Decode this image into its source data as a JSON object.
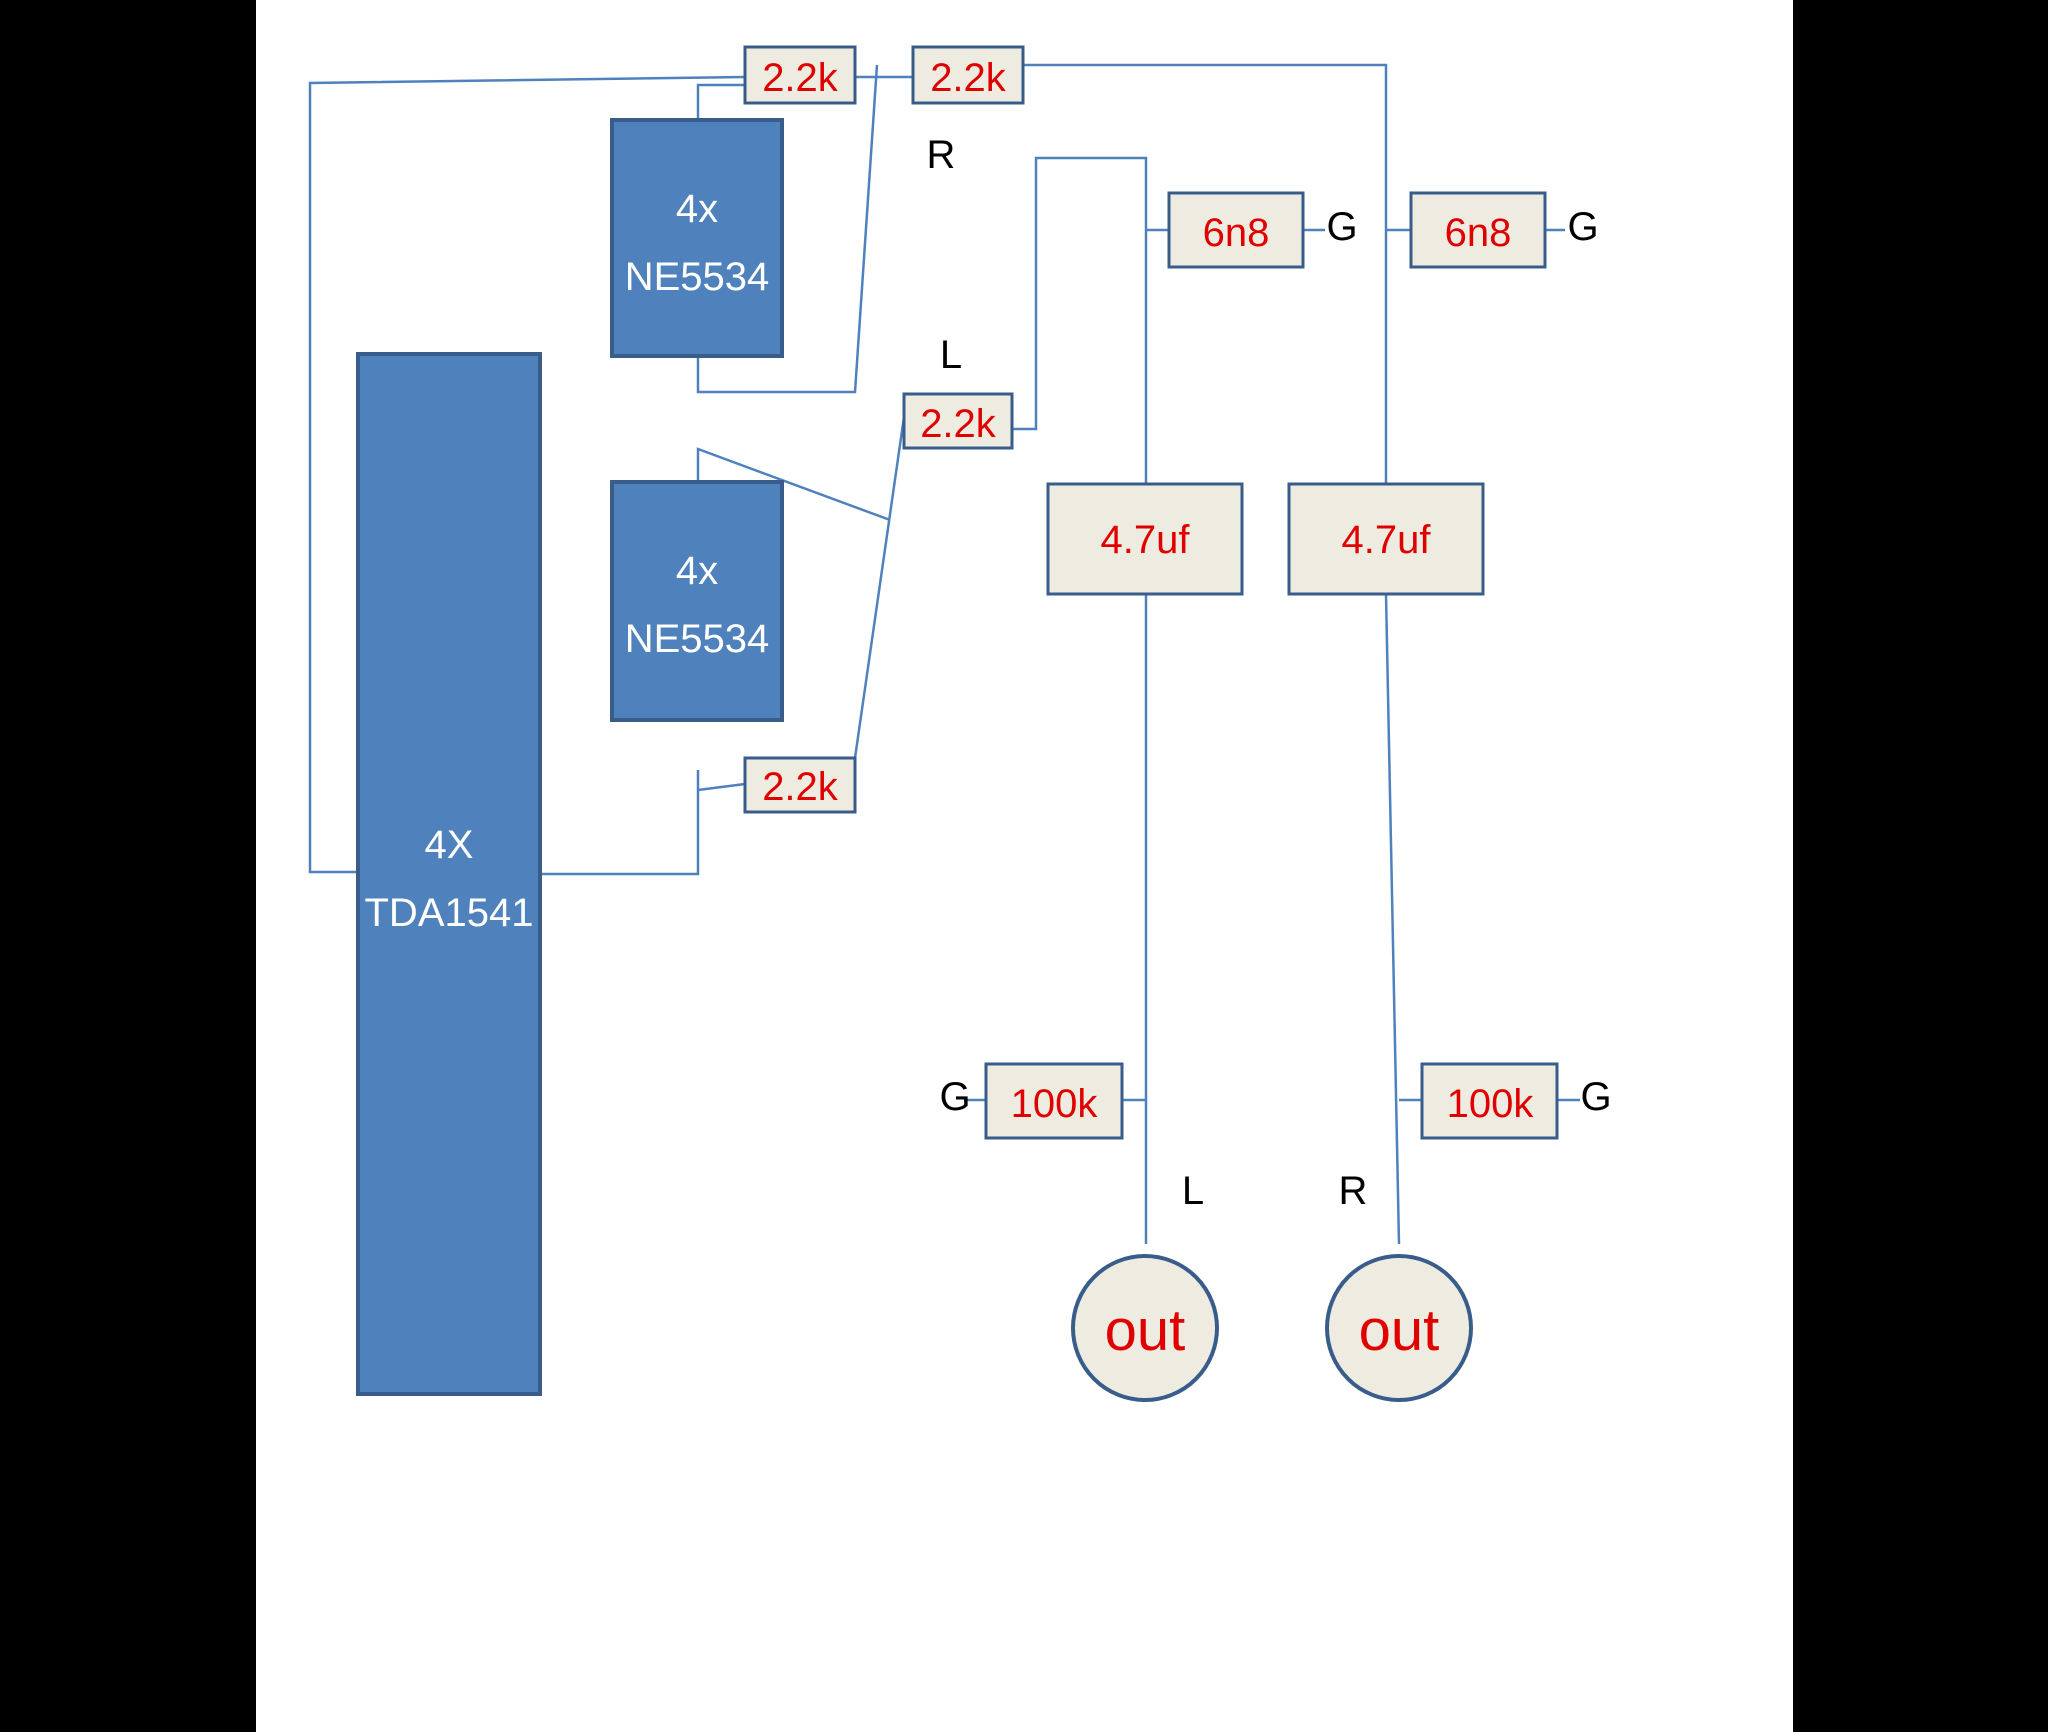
{
  "colors": {
    "chip_fill": "#4f81bd",
    "chip_stroke": "#385d8a",
    "part_fill": "#eeece1",
    "part_text": "#e00000",
    "wire": "#4f81bd",
    "background": "#ffffff",
    "frame": "#000000"
  },
  "chips": {
    "ne5534_top": {
      "line1": "4x",
      "line2": "NE5534"
    },
    "ne5534_bottom": {
      "line1": "4x",
      "line2": "NE5534"
    },
    "tda1541": {
      "line1": "4X",
      "line2": "TDA1541"
    }
  },
  "resistors": {
    "r_top_left": "2.2k",
    "r_top_right": "2.2k",
    "r_mid": "2.2k",
    "r_bottom": "2.2k",
    "r_load_left": "100k",
    "r_load_right": "100k"
  },
  "capacitors": {
    "c_filter_left": "6n8",
    "c_filter_right": "6n8",
    "c_coupling_left": "4.7uf",
    "c_coupling_right": "4.7uf"
  },
  "outputs": {
    "left": "out",
    "right": "out"
  },
  "labels": {
    "channel_r_top": "R",
    "channel_l_mid": "L",
    "channel_l_out": "L",
    "channel_r_out": "R",
    "ground_filter_left": "G",
    "ground_filter_right": "G",
    "ground_load_left": "G",
    "ground_load_right": "G"
  }
}
